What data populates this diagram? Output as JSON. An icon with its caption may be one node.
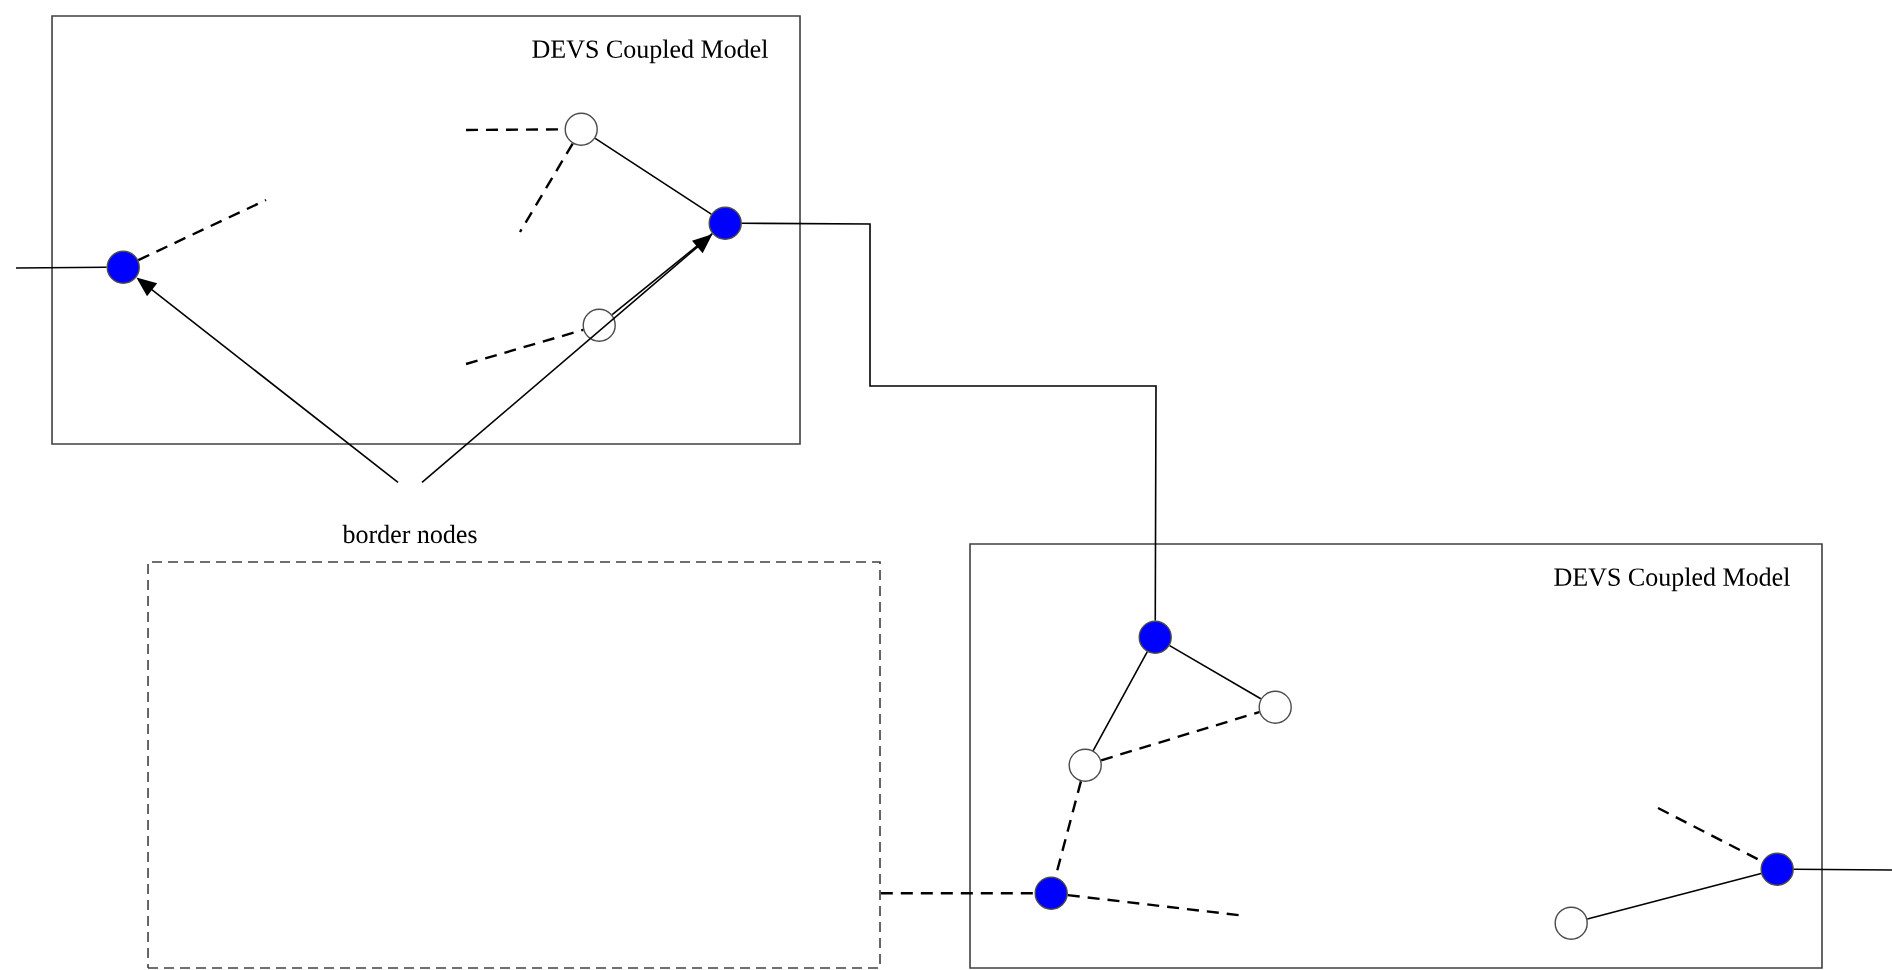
{
  "diagram": {
    "nodes": [
      {
        "text": [
          "DEVS Coupled Model"
        ]
      },
      {
        "text": [],
        "shape": "circle",
        "in": 0
      },
      {
        "text": [],
        "shape": "circle",
        "in": 0
      },
      {
        "text": [],
        "shape": "circle",
        "in": 0
      },
      {
        "text": [],
        "shape": "circle",
        "in": 0
      },
      {
        "text": [
          "border nodes"
        ]
      },
      {
        "text": [],
        "shape": "box"
      },
      {
        "text": [
          "DEVS Coupled Model"
        ]
      },
      {
        "text": [],
        "shape": "circle",
        "in": 7
      },
      {
        "text": [],
        "shape": "circle",
        "in": 7
      },
      {
        "text": [],
        "shape": "circle",
        "in": 7
      },
      {
        "text": [],
        "shape": "circle",
        "in": 7
      },
      {
        "text": [],
        "shape": "circle",
        "in": 7
      },
      {
        "text": [],
        "shape": "circle",
        "in": 7
      }
    ],
    "edges": [
      {
        "from": null,
        "to": 1,
        "arrow": "none"
      },
      {
        "from": 1,
        "to": null,
        "arrow": "none",
        "style": "dashed"
      },
      {
        "from": null,
        "to": 2,
        "arrow": "none",
        "style": "dashed"
      },
      {
        "from": 2,
        "to": null,
        "arrow": "none",
        "style": "dashed"
      },
      {
        "from": 2,
        "to": 3,
        "arrow": "none"
      },
      {
        "from": 4,
        "to": 3,
        "arrow": "none"
      },
      {
        "from": null,
        "to": 4,
        "arrow": "none",
        "style": "dashed"
      },
      {
        "from": 5,
        "to": 1,
        "arrow": "to"
      },
      {
        "from": 5,
        "to": 3,
        "arrow": "to"
      },
      {
        "from": 3,
        "to": 8,
        "arrow": "none"
      },
      {
        "from": 8,
        "to": 9,
        "arrow": "none"
      },
      {
        "from": 8,
        "to": 10,
        "arrow": "none"
      },
      {
        "from": 10,
        "to": 9,
        "arrow": "none",
        "style": "dashed"
      },
      {
        "from": 10,
        "to": 11,
        "arrow": "none",
        "style": "dashed"
      },
      {
        "from": 6,
        "to": 11,
        "arrow": "none",
        "style": "dashed"
      },
      {
        "from": 11,
        "to": null,
        "arrow": "none",
        "style": "dashed"
      },
      {
        "from": 12,
        "to": 13,
        "arrow": "none"
      },
      {
        "from": null,
        "to": 13,
        "arrow": "none",
        "style": "dashed"
      },
      {
        "from": 13,
        "to": null,
        "arrow": "none"
      }
    ]
  }
}
